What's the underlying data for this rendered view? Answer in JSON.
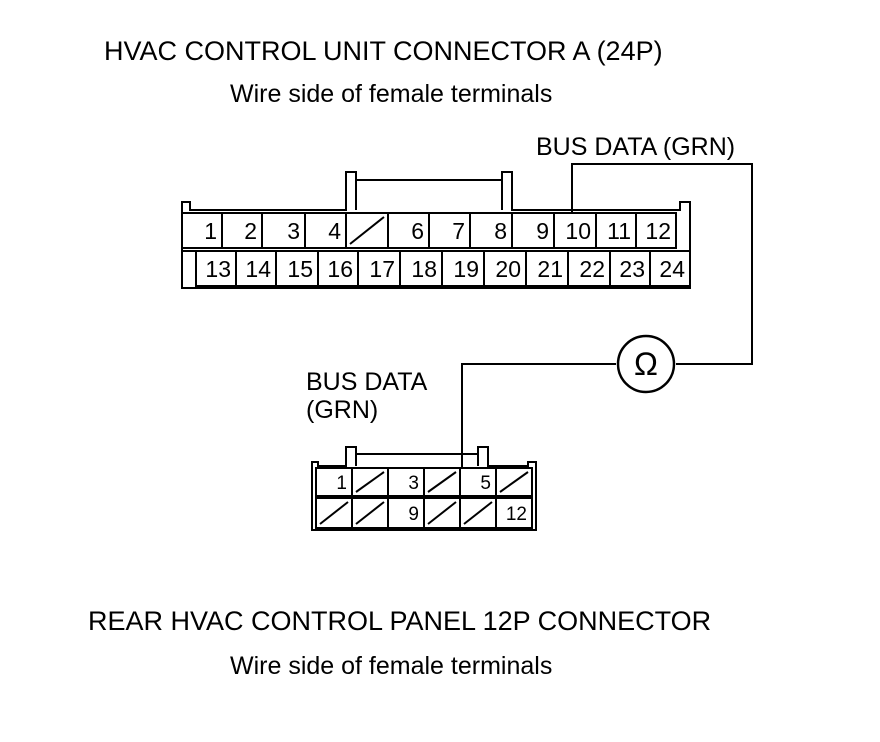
{
  "connector_a": {
    "title": "HVAC CONTROL UNIT CONNECTOR A (24P)",
    "subtitle": "Wire side of female terminals",
    "bus_label": "BUS DATA (GRN)",
    "top_row": [
      "1",
      "2",
      "3",
      "4",
      "",
      "6",
      "7",
      "8",
      "9",
      "10",
      "11",
      "12"
    ],
    "bottom_row": [
      "13",
      "14",
      "15",
      "16",
      "17",
      "18",
      "19",
      "20",
      "21",
      "22",
      "23",
      "24"
    ],
    "empty_cavities": [
      "5"
    ],
    "probed_terminal": "10"
  },
  "connector_b": {
    "title": "REAR HVAC CONTROL PANEL 12P CONNECTOR",
    "subtitle": "Wire side of female terminals",
    "bus_label_line1": "BUS DATA",
    "bus_label_line2": "(GRN)",
    "top_row": [
      "1",
      "",
      "3",
      "",
      "5",
      ""
    ],
    "bottom_row": [
      "",
      "",
      "9",
      "",
      "",
      "12"
    ],
    "probed_terminal": "5"
  },
  "meter": {
    "symbol": "Ω",
    "icon": "ohmmeter-icon"
  }
}
